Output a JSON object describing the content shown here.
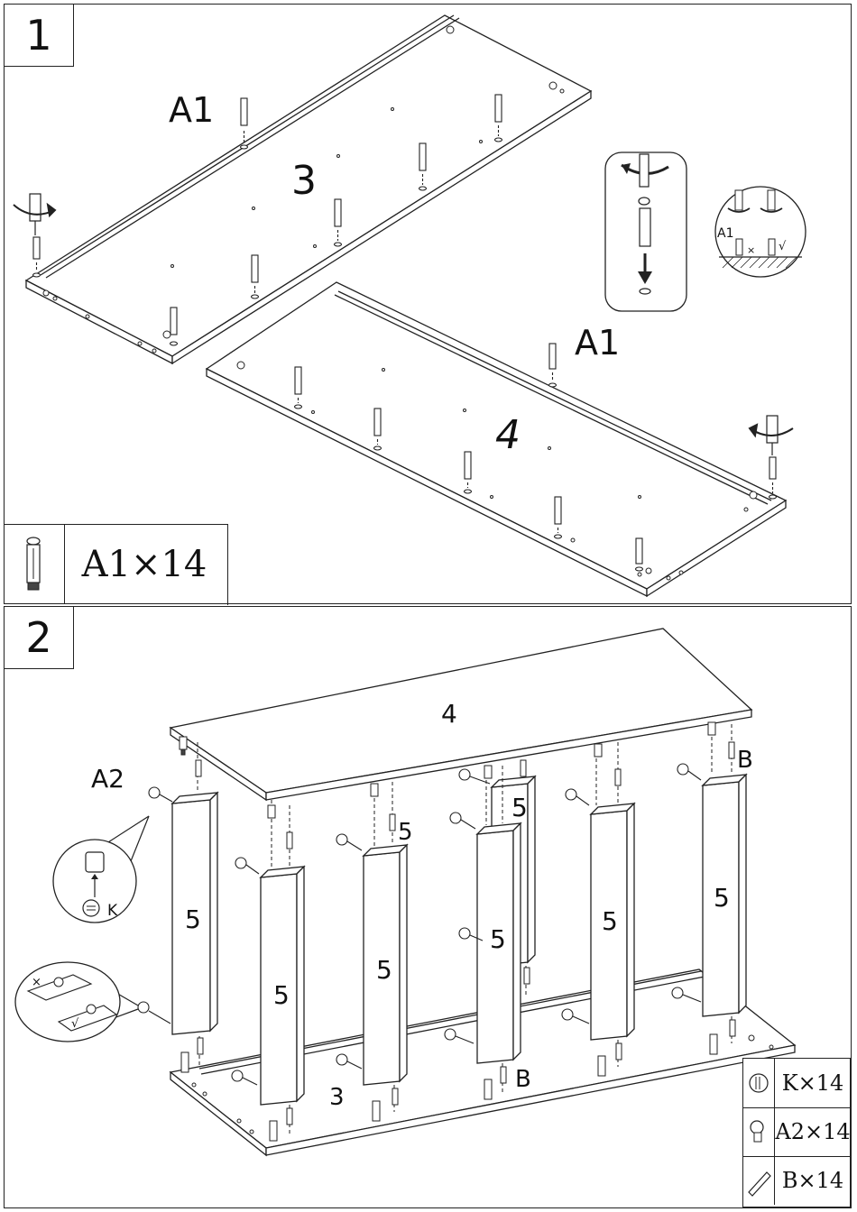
{
  "steps": [
    {
      "number": "1",
      "labels": {
        "panel_3": "3",
        "panel_4": "4",
        "a1_top": "A1",
        "a1_mid": "A1",
        "detail_a1": "A1",
        "wrong_mark": "×",
        "right_mark": "√"
      },
      "parts": [
        {
          "icon": "dowel-a1-icon",
          "quantity": "A1×14"
        }
      ]
    },
    {
      "number": "2",
      "labels": {
        "panel_top": "4",
        "panel_bottom": "3",
        "a2": "A2",
        "k": "K",
        "b_top": "B",
        "b_bottom": "B",
        "posts": [
          "5",
          "5",
          "5",
          "5",
          "5",
          "5",
          "5"
        ],
        "small_5": "5",
        "wrong_mark": "×",
        "right_mark": "√"
      },
      "parts": [
        {
          "icon": "cam-lock-k-icon",
          "quantity": "K×14"
        },
        {
          "icon": "cam-bolt-a2-icon",
          "quantity": "A2×14"
        },
        {
          "icon": "wood-dowel-b-icon",
          "quantity": "B×14"
        }
      ]
    }
  ]
}
